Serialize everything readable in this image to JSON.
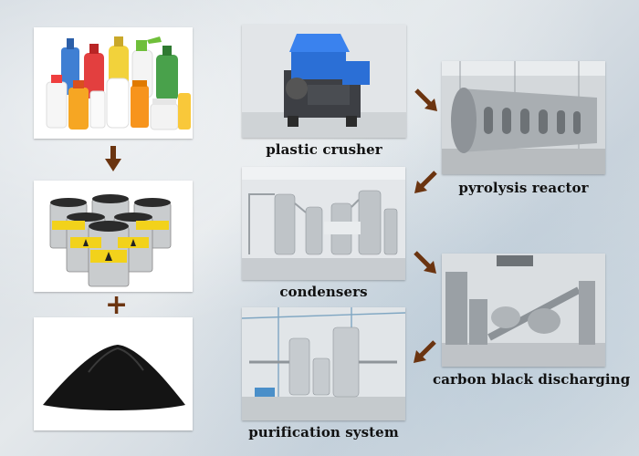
{
  "labels": {
    "crusher": "plastic crusher",
    "reactor": "pyrolysis reactor",
    "condensers": "condensers",
    "carbon": "carbon black discharging",
    "purification": "purification system"
  },
  "plus_sign": "+",
  "colors": {
    "arrow": "#6b3410",
    "label": "#111111"
  }
}
